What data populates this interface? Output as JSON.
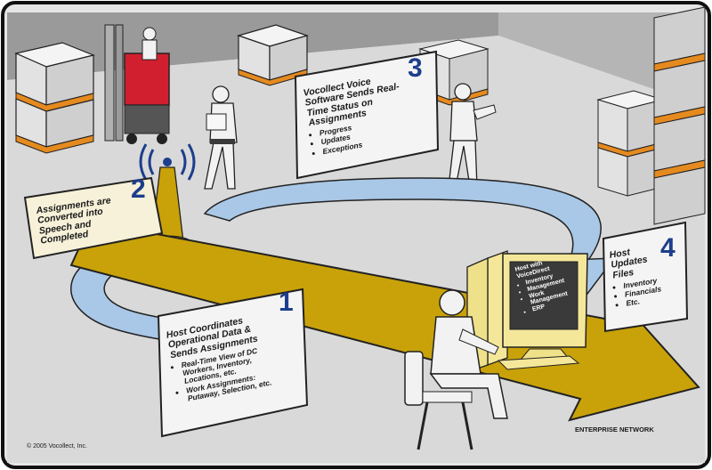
{
  "steps": [
    {
      "number": "1",
      "title": "Host Coordinates Operational Data & Sends Assignments",
      "items": [
        "Real-Time View of DC Workers, Inventory, Locations, etc.",
        "Work Assignments: Putaway, Selection, etc."
      ]
    },
    {
      "number": "2",
      "title": "Assignments are Converted into Speech and Completed",
      "items": []
    },
    {
      "number": "3",
      "title": "Vocollect Voice Software Sends Real-Time Status on Assignments",
      "items": [
        "Progress",
        "Updates",
        "Exceptions"
      ]
    },
    {
      "number": "4",
      "title": "Host Updates Files",
      "items": [
        "Inventory",
        "Financials",
        "Etc."
      ]
    }
  ],
  "monitor": {
    "title": "Host with VoiceDirect",
    "items": [
      "Inventory",
      "Management",
      "Work Management",
      "ERP"
    ]
  },
  "network_label": "ENTERPRISE NETWORK",
  "copyright": "© 2005 Vocollect, Inc.",
  "colors": {
    "gold_arrow": "#c9a209",
    "blue_arrow": "#a9c7e6",
    "number_blue": "#1d3e8c",
    "floor": "#dcdcdc",
    "pallet": "#e58a1f"
  }
}
